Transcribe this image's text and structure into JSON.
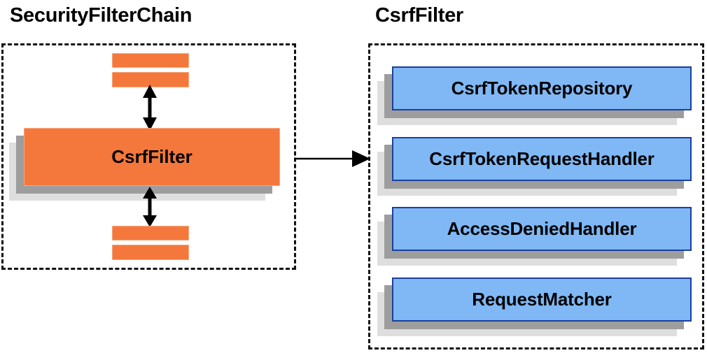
{
  "diagram": {
    "background_color": "#ffffff",
    "panels": [
      {
        "id": "security-filter-chain",
        "title": "SecurityFilterChain",
        "border_style": "dashed",
        "border_color": "#111111",
        "items": [
          {
            "id": "chain-stub-1",
            "label": "",
            "color": "#f4783c",
            "kind": "bar"
          },
          {
            "id": "chain-stub-2",
            "label": "",
            "color": "#f4783c",
            "kind": "bar"
          },
          {
            "id": "csrf-filter-box",
            "label": "CsrfFilter",
            "color": "#f4783c",
            "kind": "stacked-box"
          },
          {
            "id": "chain-stub-3",
            "label": "",
            "color": "#f4783c",
            "kind": "bar"
          },
          {
            "id": "chain-stub-4",
            "label": "",
            "color": "#f4783c",
            "kind": "bar"
          }
        ]
      },
      {
        "id": "csrf-filter-detail",
        "title": "CsrfFilter",
        "border_style": "dashed",
        "border_color": "#111111",
        "items": [
          {
            "id": "csrf-token-repository",
            "label": "CsrfTokenRepository",
            "color": "#7fb8f5",
            "kind": "stacked-box"
          },
          {
            "id": "csrf-token-request-handler",
            "label": "CsrfTokenRequestHandler",
            "color": "#7fb8f5",
            "kind": "stacked-box"
          },
          {
            "id": "access-denied-handler",
            "label": "AccessDeniedHandler",
            "color": "#7fb8f5",
            "kind": "stacked-box"
          },
          {
            "id": "request-matcher",
            "label": "RequestMatcher",
            "color": "#7fb8f5",
            "kind": "stacked-box"
          }
        ]
      }
    ],
    "connectors": [
      {
        "id": "chain-up-arrow",
        "type": "double-headed-vertical-arrow",
        "color": "#000000"
      },
      {
        "id": "chain-down-arrow",
        "type": "double-headed-vertical-arrow",
        "color": "#000000"
      },
      {
        "id": "panel-link-arrow",
        "type": "single-headed-horizontal-arrow",
        "color": "#000000"
      }
    ],
    "colors": {
      "orange": "#f4783c",
      "orange_border": "#f7a77e",
      "blue": "#7fb8f5",
      "blue_border": "#1b3fa0",
      "shadow_near": "#9d9d9d",
      "shadow_far": "#dedede",
      "line": "#000000"
    }
  }
}
